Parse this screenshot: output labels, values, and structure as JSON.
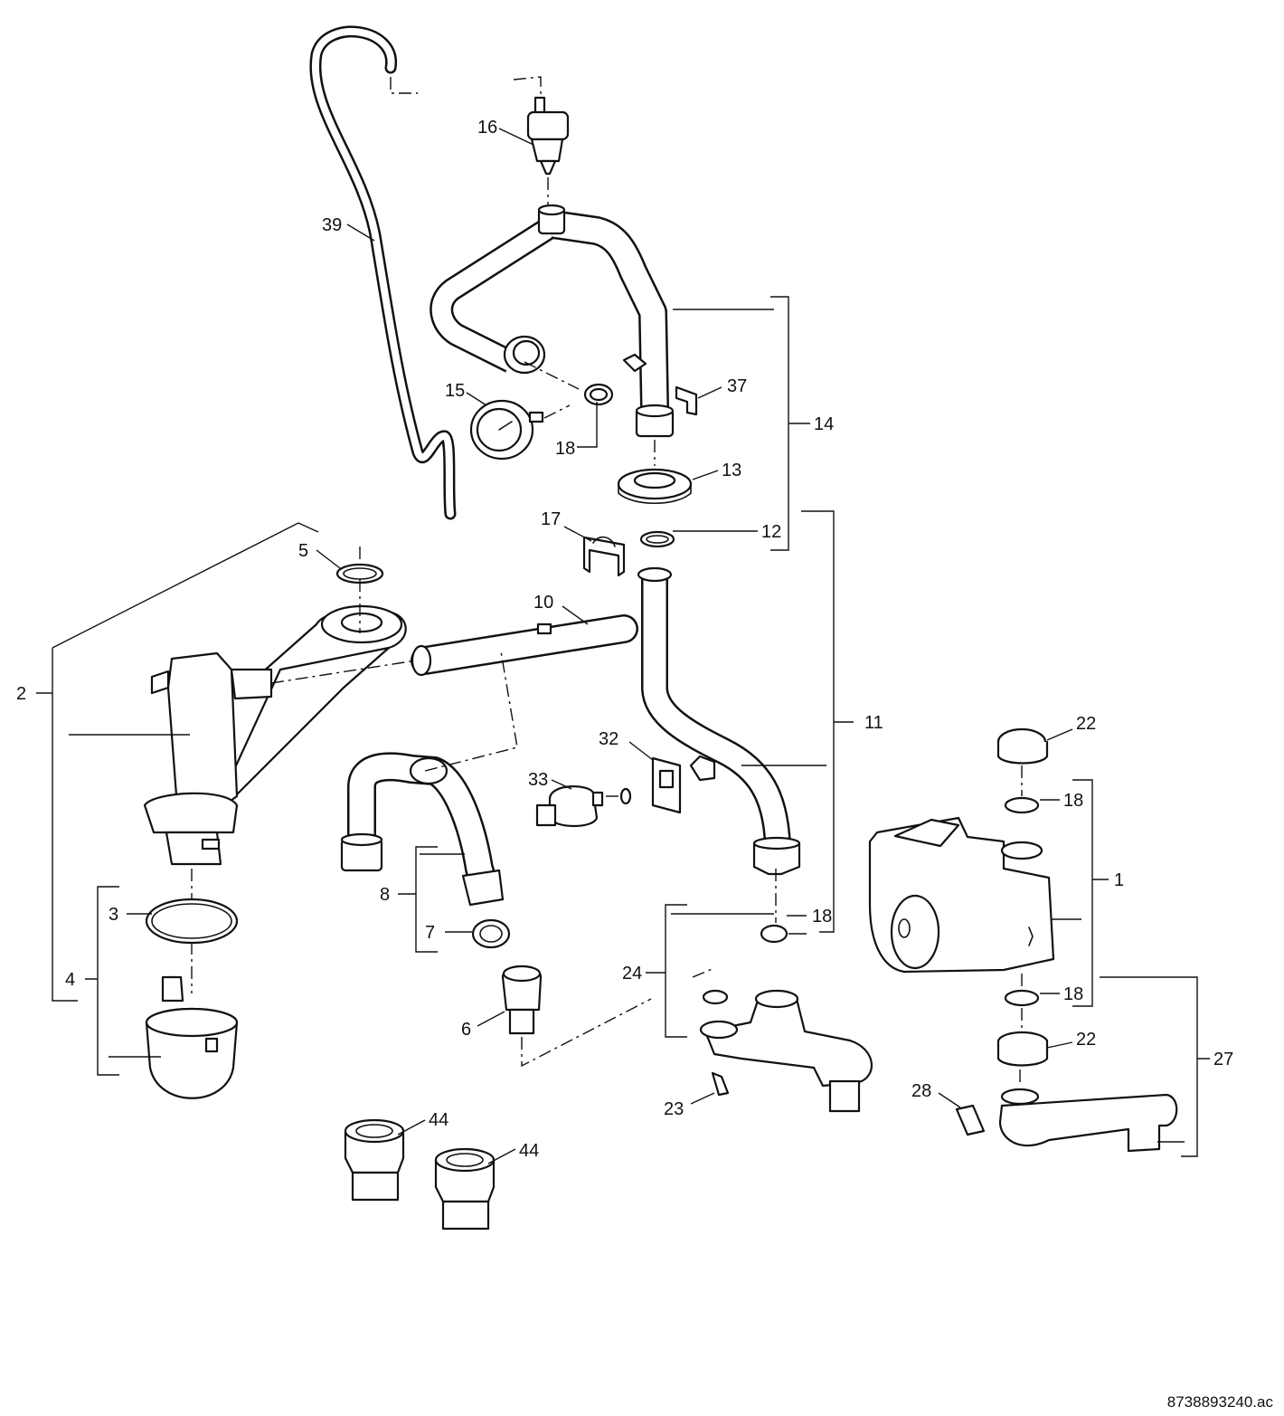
{
  "diagram": {
    "drawing_code": "8738893240.ac",
    "callouts": {
      "c1": "1",
      "c2": "2",
      "c3": "3",
      "c4": "4",
      "c5": "5",
      "c6": "6",
      "c7": "7",
      "c8": "8",
      "c10": "10",
      "c11": "11",
      "c12": "12",
      "c13": "13",
      "c14": "14",
      "c15": "15",
      "c16": "16",
      "c17": "17",
      "c18a": "18",
      "c18b": "18",
      "c18c": "18",
      "c18d": "18",
      "c22a": "22",
      "c22b": "22",
      "c23": "23",
      "c24": "24",
      "c27": "27",
      "c28": "28",
      "c32": "32",
      "c33": "33",
      "c37": "37",
      "c39": "39",
      "c44a": "44",
      "c44b": "44"
    }
  }
}
